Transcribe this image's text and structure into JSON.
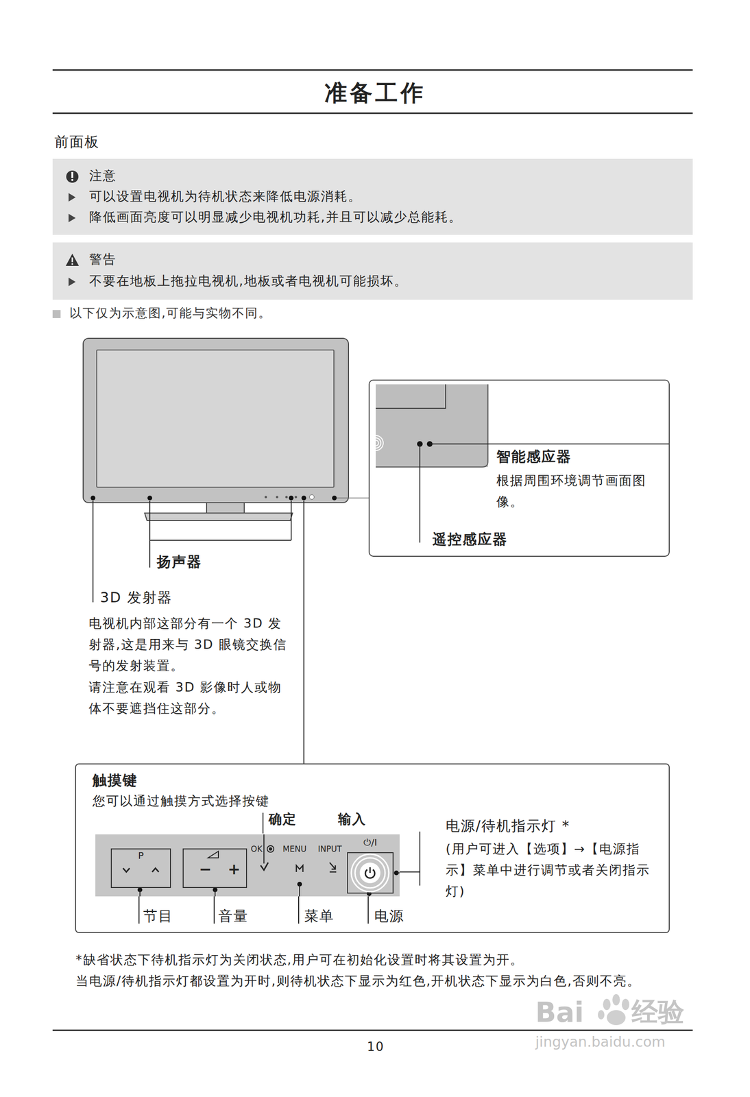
{
  "diagram": {
    "title": "准备工作",
    "nodes": [
      {
        "text": [
          "注意",
          "可以设置电视机为待机状态来降低电源消耗。",
          "降低画面亮度可以明显减少电视机功耗,并且可以减少总能耗。"
        ]
      },
      {
        "text": [
          "警告",
          "不要在地板上拖拉电视机,地板或者电视机可能损坏。"
        ]
      },
      {
        "text": [
          "智能感应器",
          "根据周围环境调节画面图像。",
          "遥控感应器"
        ]
      },
      {
        "text": [
          "触摸键",
          "您可以通过触摸方式选择按键"
        ]
      },
      {
        "text": [
          "OK",
          "MENU",
          "INPUT"
        ],
        "in": 3
      },
      {
        "text": [
          "P"
        ],
        "in": 4
      },
      {
        "text": [
          "−",
          "+"
        ],
        "in": 4
      },
      {
        "text": [
          "⏻/I"
        ],
        "in": 4
      }
    ],
    "labels": [
      "前面板",
      "以下仅为示意图,可能与实物不同。",
      "扬声器",
      "3D 发射器",
      "电视机内部这部分有一个 3D 发射器,这是用来与 3D 眼镜交换信号的发射装置。",
      "请注意在观看 3D 影像时人或物体不要遮挡住这部分。",
      "确定",
      "输入",
      "节目",
      "音量",
      "菜单",
      "电源",
      "电源/待机指示灯 *",
      "(用户可进入【选项】→【电源指示】菜单中进行调节或者关闭指示灯)",
      "*缺省状态下待机指示灯为关闭状态,用户可在初始化设置时将其设置为开。",
      "当电源/待机指示灯都设置为开时,则待机状态下显示为红色,开机状态下显示为白色,否则不亮。",
      "10",
      "Bai",
      "经验",
      "jingyan.baidu.com"
    ]
  }
}
